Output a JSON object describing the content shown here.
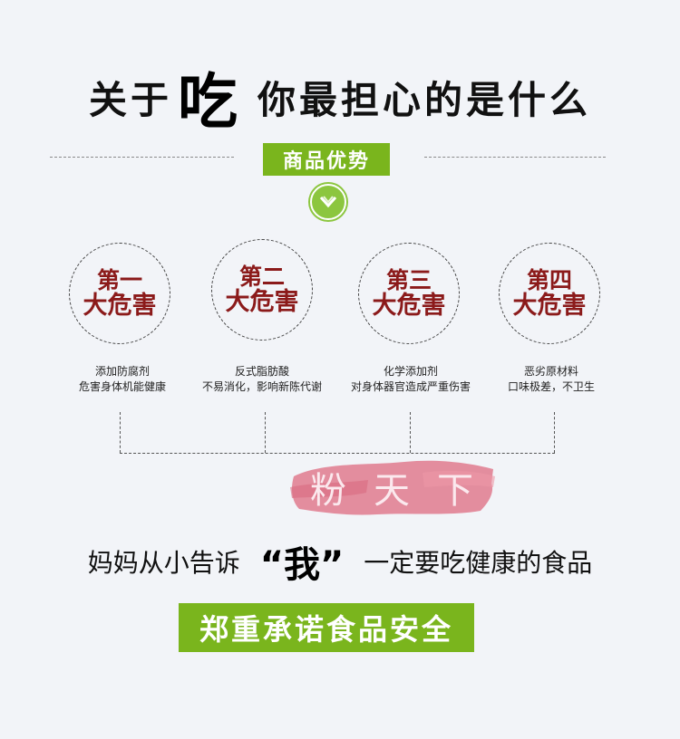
{
  "title": {
    "part1": "关于",
    "part2": "吃",
    "part3": "你最担心的是什么"
  },
  "section": {
    "badge": "商品优势",
    "icon": "chevron-down-icon"
  },
  "hazards": [
    {
      "line1": "第一",
      "line2": "大危害",
      "desc1": "添加防腐剂",
      "desc2": "危害身体机能健康"
    },
    {
      "line1": "第二",
      "line2": "大危害",
      "desc1": "反式脂肪酸",
      "desc2": "不易消化，影响新陈代谢"
    },
    {
      "line1": "第三",
      "line2": "大危害",
      "desc1": "化学添加剂",
      "desc2": "对身体器官造成严重伤害"
    },
    {
      "line1": "第四",
      "line2": "大危害",
      "desc1": "恶劣原材料",
      "desc2": "口味极差，不卫生"
    }
  ],
  "stamp": {
    "c1": "粉",
    "c2": "天",
    "c3": "下"
  },
  "slogan": {
    "before": "妈妈从小告诉",
    "quoted": "“我”",
    "after": "一定要吃健康的食品"
  },
  "bottom_badge": "郑重承诺食品安全",
  "colors": {
    "green": "#7ab51d",
    "dark_red": "#8b1a1a",
    "brush_pink": "#e07a8e",
    "background": "#f2f4f8"
  }
}
